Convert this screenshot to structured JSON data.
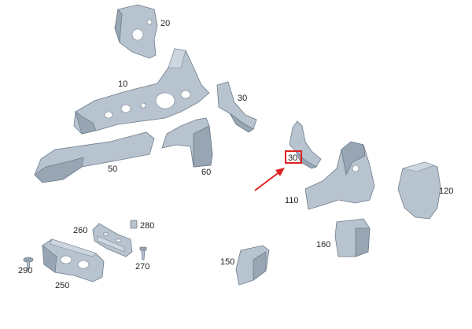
{
  "parts": {
    "p20": "20",
    "p10": "10",
    "p30_top": "30",
    "p30_mid": "30",
    "p50": "50",
    "p60": "60",
    "p110": "110",
    "p120": "120",
    "p160": "160",
    "p150": "150",
    "p260": "260",
    "p280": "280",
    "p270": "270",
    "p290": "290",
    "p250": "250"
  },
  "highlight": {
    "color": "#e02020",
    "target_label": "30"
  },
  "colors": {
    "part_fill": "#b7c3cf",
    "part_edge": "#6f7d8b",
    "background": "#ffffff"
  }
}
